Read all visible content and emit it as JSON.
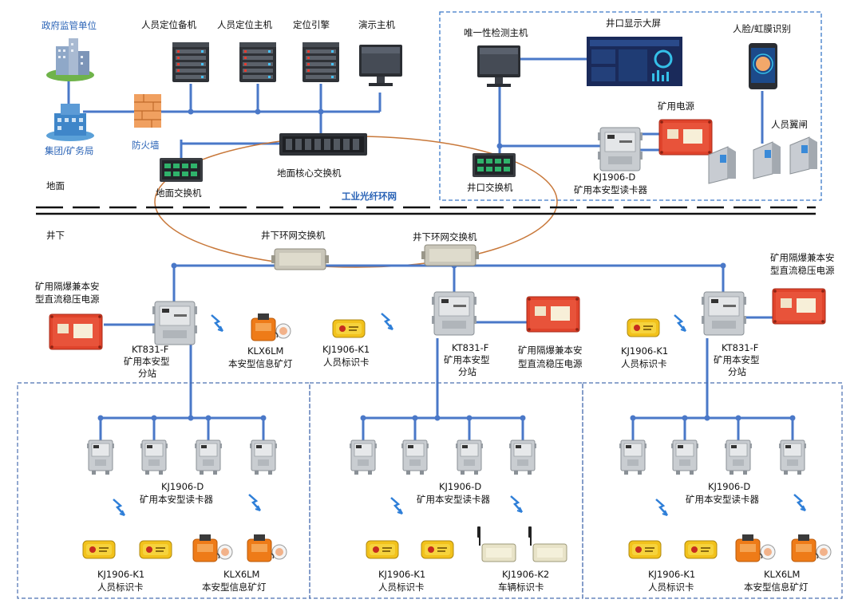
{
  "surface": {
    "gov": "政府监管单位",
    "group": "集团/矿务局",
    "firewall": "防火墙",
    "backup_host": "人员定位备机",
    "main_host": "人员定位主机",
    "engine": "定位引擎",
    "demo_host": "演示主机",
    "core_switch": "地面核心交换机",
    "ground_switch": "地面交换机",
    "ground": "地面",
    "ring": "工业光纤环网"
  },
  "wellhead": {
    "unique_host": "唯一性检测主机",
    "big_screen": "井口显示大屏",
    "face_id": "人脸/虹膜识别",
    "mine_power": "矿用电源",
    "gate": "人员翼闸",
    "switch": "井口交换机",
    "reader_model": "KJ1906-D",
    "reader_name": "矿用本安型读卡器"
  },
  "underground": {
    "label": "井下",
    "ring_switch_1": "井下环网交换机",
    "ring_switch_2": "井下环网交换机",
    "power_left_1": "矿用隔爆兼本安",
    "power_left_2": "型直流稳压电源",
    "power_mid_1": "矿用隔爆兼本安",
    "power_mid_2": "型直流稳压电源",
    "power_right_1": "矿用隔爆兼本安",
    "power_right_2": "型直流稳压电源",
    "station_model": "KT831-F",
    "station_name_1": "矿用本安型",
    "station_name_2": "分站",
    "lamp_model": "KLX6LM",
    "lamp_name": "本安型信息矿灯",
    "card_model": "KJ1906-K1",
    "card_name": "人员标识卡",
    "reader_model": "KJ1906-D",
    "reader_name": "矿用本安型读卡器",
    "vehicle_model": "KJ1906-K2",
    "vehicle_name": "车辆标识卡"
  },
  "colors": {
    "line": "#4a78c8",
    "ring": "#c8783a",
    "dash_box": "#3a78c8",
    "power_red": "#e0442c",
    "card_yellow": "#f2c21c",
    "lamp_orange": "#ee7b18"
  }
}
